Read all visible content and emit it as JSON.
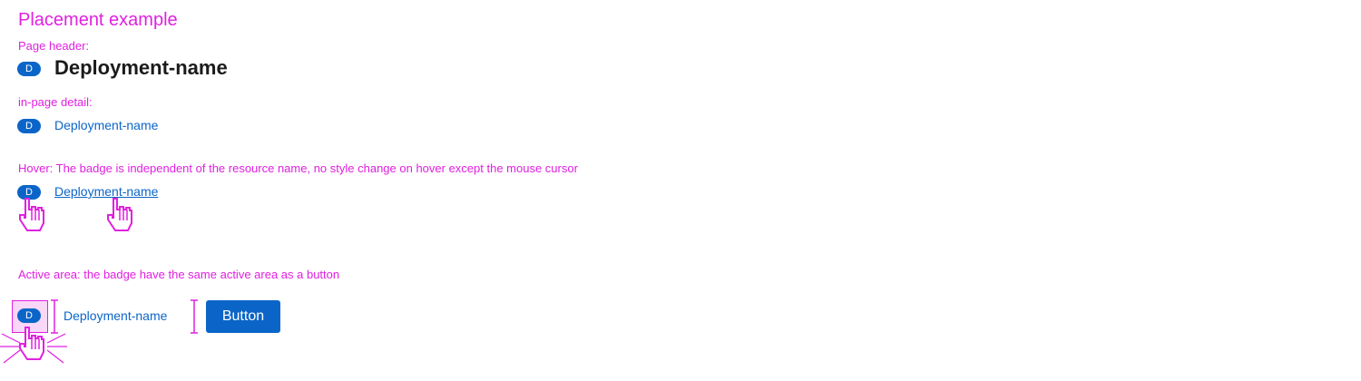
{
  "title": "Placement example",
  "sections": {
    "page_header": {
      "label": "Page header:",
      "badge": "D",
      "name": "Deployment-name"
    },
    "in_page": {
      "label": "in-page detail:",
      "badge": "D",
      "name": "Deployment-name"
    },
    "hover": {
      "label": "Hover: The badge is independent of the resource name, no style change on hover except the mouse cursor",
      "badge": "D",
      "name": "Deployment-name"
    },
    "active": {
      "label": "Active area: the badge have the same active area as a  button",
      "badge": "D",
      "name": "Deployment-name",
      "button_label": "Button"
    }
  },
  "colors": {
    "annotation": "#e021e0",
    "badge": "#0b65c8",
    "link": "#0b65c8"
  },
  "icons": [
    "hand-cursor-icon",
    "click-burst-icon",
    "height-bracket-icon"
  ]
}
